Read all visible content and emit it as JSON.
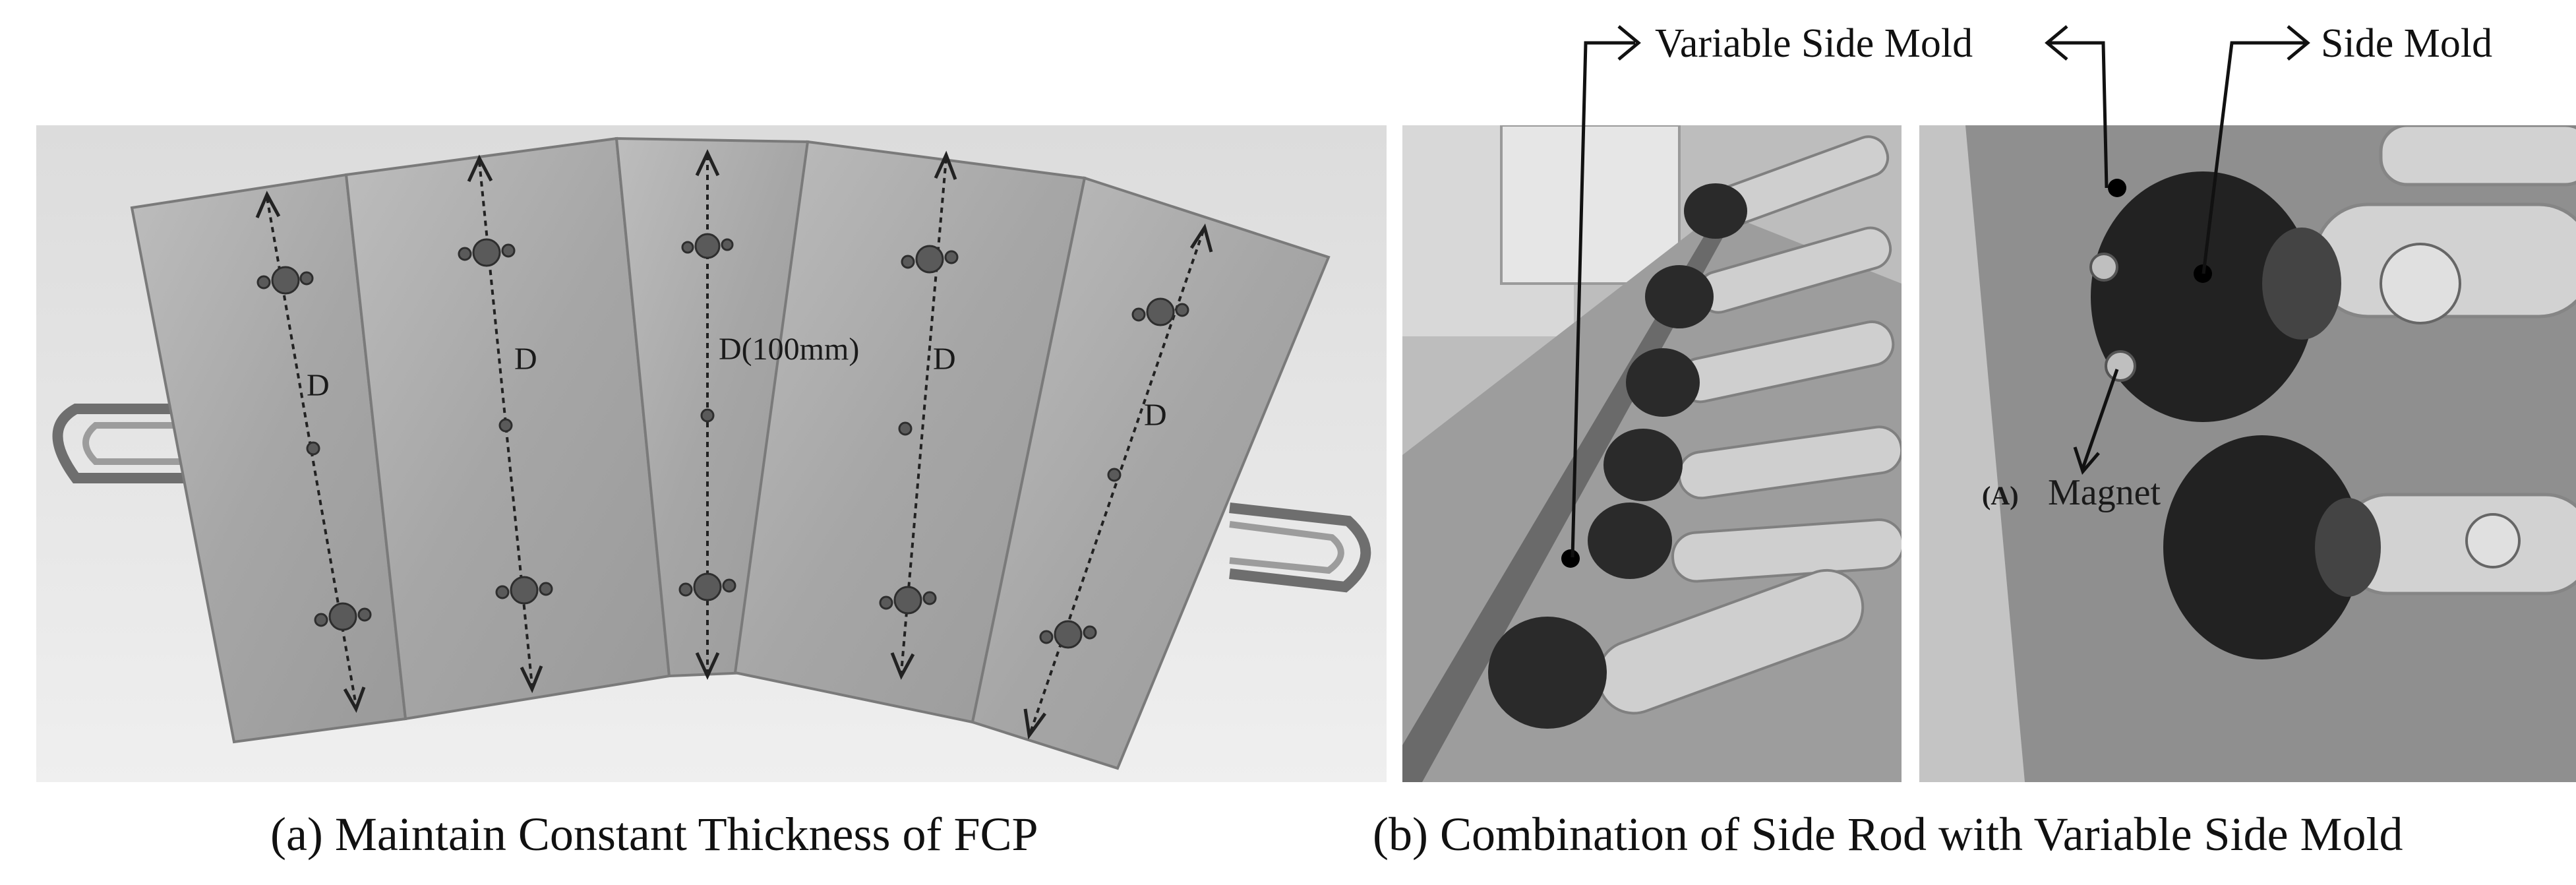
{
  "figure": {
    "panel_a": {
      "caption": "(a) Maintain Constant Thickness of FCP",
      "labels": [
        "D",
        "D",
        "D(100mm)",
        "D",
        "D"
      ]
    },
    "panel_b": {
      "caption": "(b) Combination of Side Rod with Variable Side Mold",
      "callouts": {
        "variable_side_mold": "Variable Side Mold",
        "side_mold": "Side Mold"
      },
      "magnet_marker": "(A)",
      "magnet_label": "Magnet"
    }
  },
  "colors": {
    "photo_background": "#d9d9d9",
    "plate": "#a9a9a9",
    "annotation": "#111111"
  }
}
